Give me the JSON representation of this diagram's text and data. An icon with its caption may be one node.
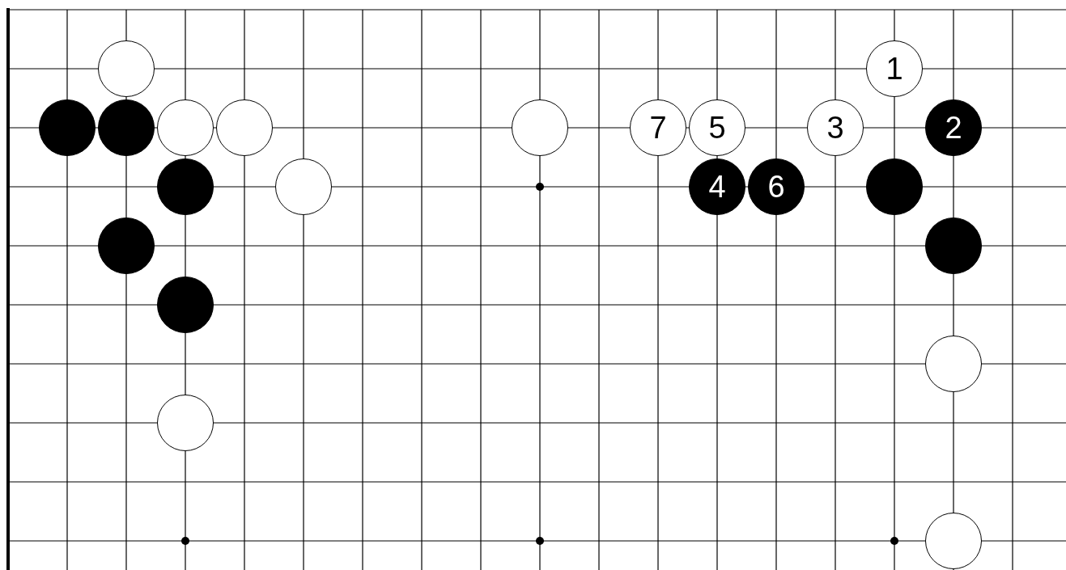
{
  "diagram": {
    "nodes": [
      {
        "text": [],
        "shape": "circle"
      },
      {
        "text": [
          "1"
        ]
      },
      {
        "text": [],
        "shape": "circle"
      },
      {
        "text": [],
        "shape": "circle"
      },
      {
        "text": [],
        "shape": "circle"
      },
      {
        "text": [],
        "shape": "circle"
      },
      {
        "text": [],
        "shape": "circle"
      },
      {
        "text": [
          "7"
        ]
      },
      {
        "text": [
          "5"
        ]
      },
      {
        "text": [
          "3"
        ]
      },
      {
        "text": [
          "2"
        ]
      },
      {
        "text": [],
        "shape": "circle"
      },
      {
        "text": [],
        "shape": "circle"
      },
      {
        "text": [
          "4"
        ]
      },
      {
        "text": [
          "6"
        ]
      },
      {
        "text": [],
        "shape": "circle"
      },
      {
        "text": [],
        "shape": "circle"
      },
      {
        "text": [],
        "shape": "circle"
      },
      {
        "text": [],
        "shape": "circle"
      },
      {
        "text": [],
        "shape": "circle"
      },
      {
        "text": [],
        "shape": "circle"
      },
      {
        "text": [],
        "shape": "circle"
      }
    ]
  }
}
